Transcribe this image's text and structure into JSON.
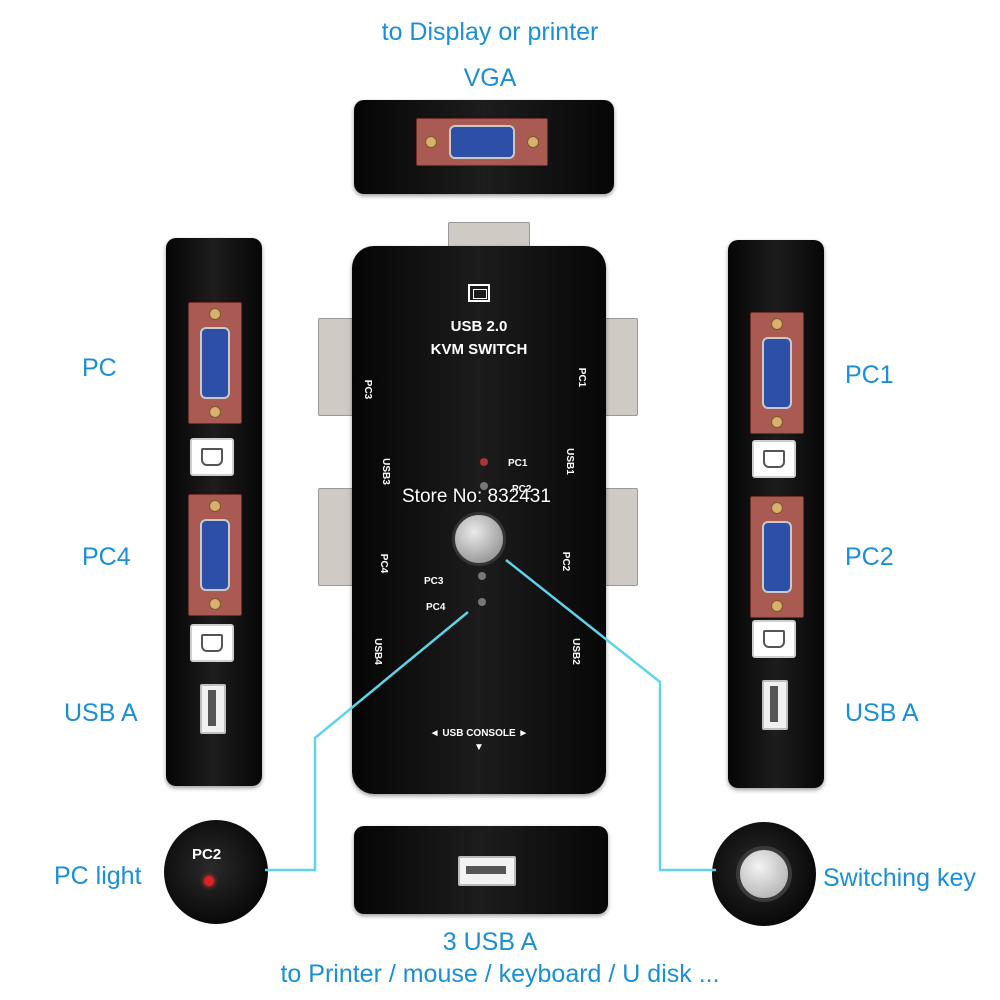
{
  "labels": {
    "top_line1": "to Display or printer",
    "top_line2": "VGA",
    "left_pc": "PC",
    "left_pc4": "PC4",
    "left_usb_a": "USB A",
    "right_pc1": "PC1",
    "right_pc2": "PC2",
    "right_usb_a": "USB A",
    "pc_light": "PC light",
    "switching_key": "Switching key",
    "bottom_line1": "3 USB A",
    "bottom_line2": "to Printer / mouse / keyboard / U disk ..."
  },
  "device": {
    "title_line1": "USB 2.0",
    "title_line2": "KVM SWITCH",
    "port_pc1": "PC1",
    "port_pc2": "PC2",
    "port_pc3": "PC3",
    "port_pc4": "PC4",
    "port_usb1": "USB1",
    "port_usb2": "USB2",
    "port_usb3": "USB3",
    "port_usb4": "USB4",
    "led_pc1": "PC1",
    "led_pc2": "PC2",
    "led_pc3": "PC3",
    "led_pc4": "PC4",
    "console": "◄ USB CONSOLE ►",
    "console_arrow": "▼"
  },
  "watermark": "Store No: 832431",
  "closeup": {
    "led_label": "PC2"
  },
  "colors": {
    "label_blue": "#1a8fd6",
    "line_cyan": "#5fd3e8",
    "vga_blue": "#2e4fa8",
    "body_black": "#0d0d0d"
  }
}
